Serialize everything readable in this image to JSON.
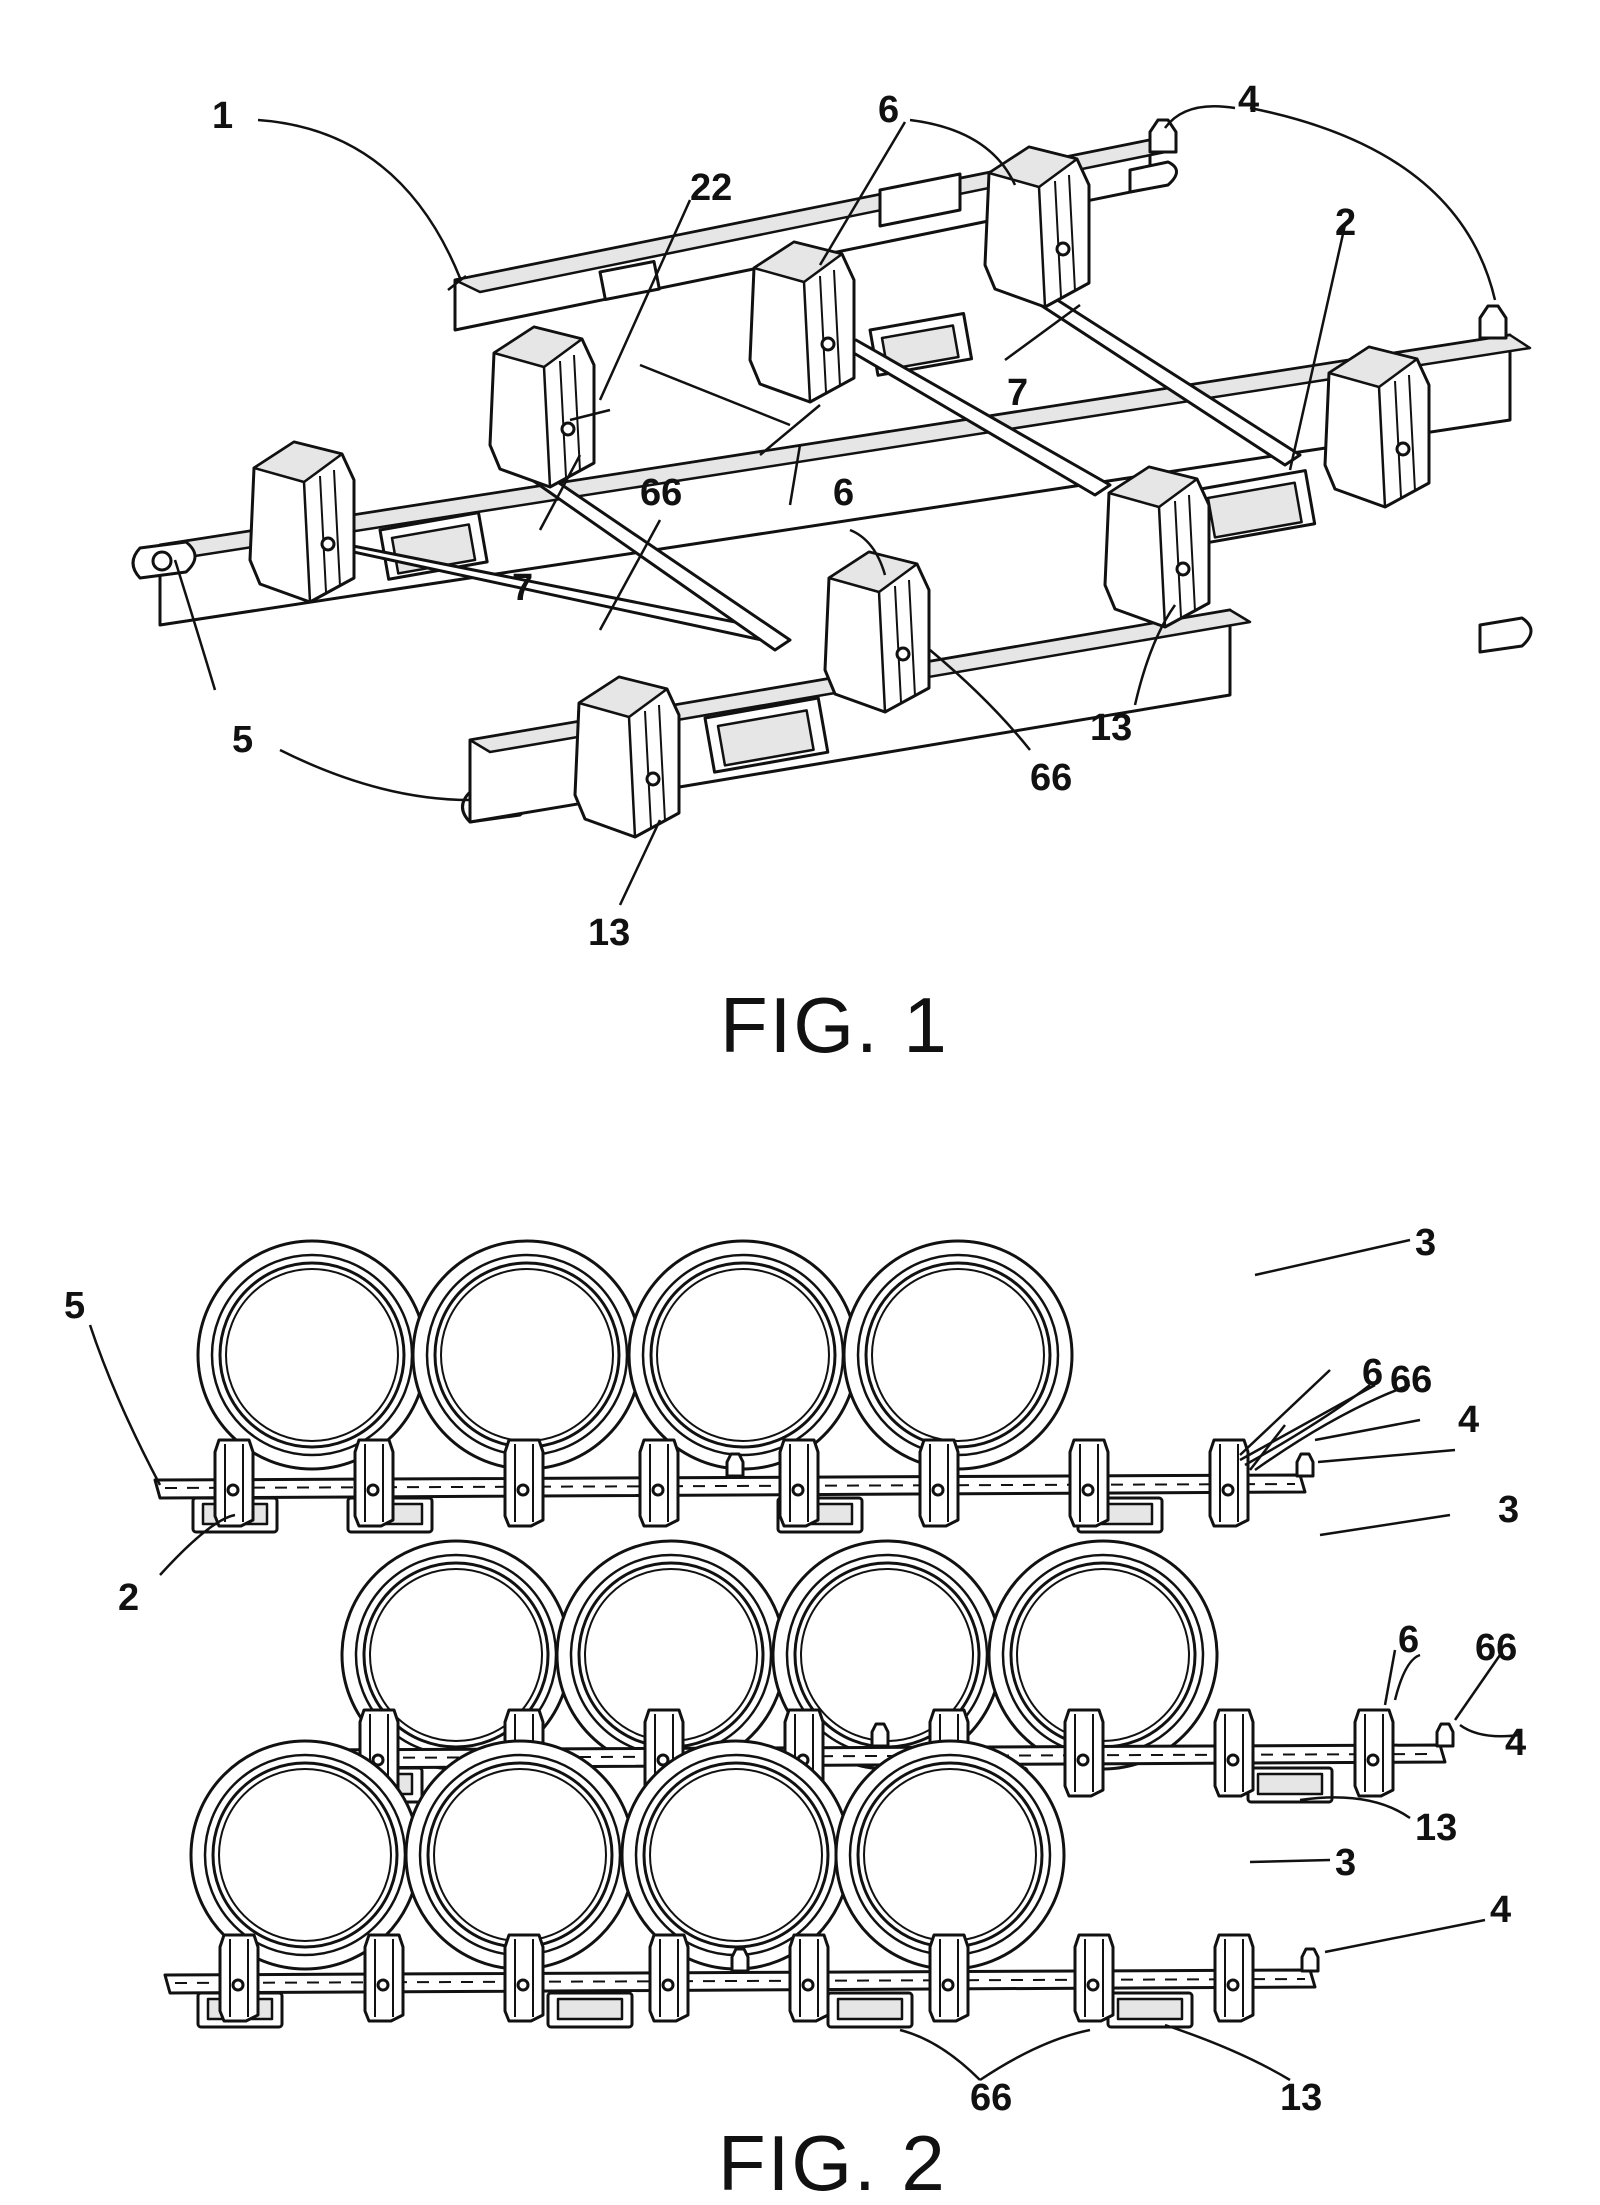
{
  "figures": [
    {
      "caption": "FIG. 1",
      "labels": {
        "1": "1",
        "2": "2",
        "4": "4",
        "5": "5",
        "6": "6",
        "7": "7",
        "13": "13",
        "22": "22",
        "66": "66"
      }
    },
    {
      "caption": "FIG. 2",
      "labels": {
        "2": "2",
        "3": "3",
        "4": "4",
        "5": "5",
        "6": "6",
        "13": "13",
        "66": "66"
      }
    }
  ]
}
